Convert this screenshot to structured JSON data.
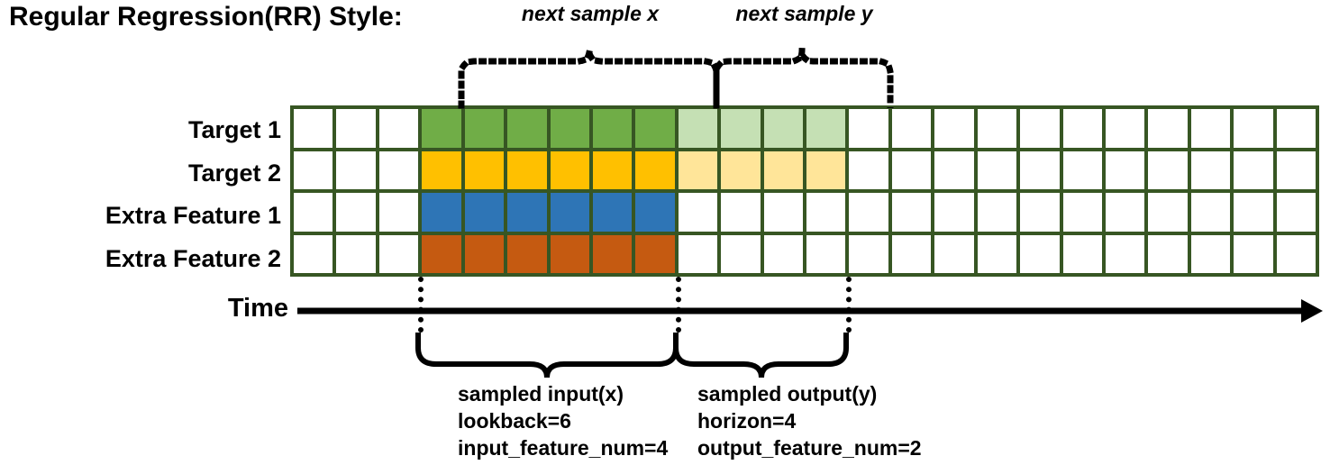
{
  "title": "Regular Regression(RR) Style:",
  "rows": [
    {
      "label": "Target 1",
      "name": "target-1"
    },
    {
      "label": "Target 2",
      "name": "target-2"
    },
    {
      "label": "Extra Feature 1",
      "name": "extra-feature-1"
    },
    {
      "label": "Extra Feature 2",
      "name": "extra-feature-2"
    }
  ],
  "grid": {
    "columns": 24,
    "rows": 4,
    "border_color": "#375623",
    "empty_color": "#ffffff",
    "input_start_col": 4,
    "input_end_col": 9,
    "output_start_col": 10,
    "output_end_col": 13,
    "cell_colors": {
      "target_1_input": "#70AD47",
      "target_1_output": "#C5E0B4",
      "target_2_input": "#FFC000",
      "target_2_output": "#FFE599",
      "extra_feature_1_input": "#2E75B6",
      "extra_feature_2_input": "#C55A11"
    }
  },
  "time_axis": {
    "label": "Time"
  },
  "top_braces": [
    {
      "name": "next-sample-x",
      "caption": "next sample x"
    },
    {
      "name": "next-sample-y",
      "caption": "next sample y"
    }
  ],
  "bottom_braces": [
    {
      "name": "sampled-input",
      "lines": [
        "sampled input(x)",
        "lookback=6",
        "input_feature_num=4"
      ]
    },
    {
      "name": "sampled-output",
      "lines": [
        "sampled output(y)",
        "horizon=4",
        "output_feature_num=2"
      ]
    }
  ]
}
